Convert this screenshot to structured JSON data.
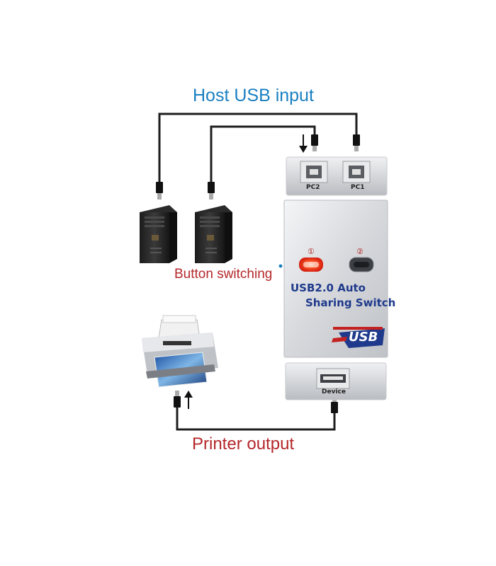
{
  "labels": {
    "host_input": "Host USB input",
    "button_switching": "Button switching",
    "printer_output": "Printer output"
  },
  "device": {
    "model_line1": "USB2.0 Auto",
    "model_line2": "Sharing Switch",
    "port_pc2": "PC2",
    "port_pc1": "PC1",
    "port_device": "Device",
    "indicator_1": "①",
    "indicator_2": "②",
    "logo": "USB"
  },
  "icons": [
    "computer-tower-icon",
    "printer-icon",
    "usb-logo-icon",
    "arrow-down-icon",
    "arrow-up-icon"
  ],
  "colors": {
    "host_label": "#1a7fc1",
    "accent_label": "#b4272a",
    "led_active": "#ff3b1f",
    "cable": "#1e1e1e",
    "device_body": "#dcdde0"
  }
}
